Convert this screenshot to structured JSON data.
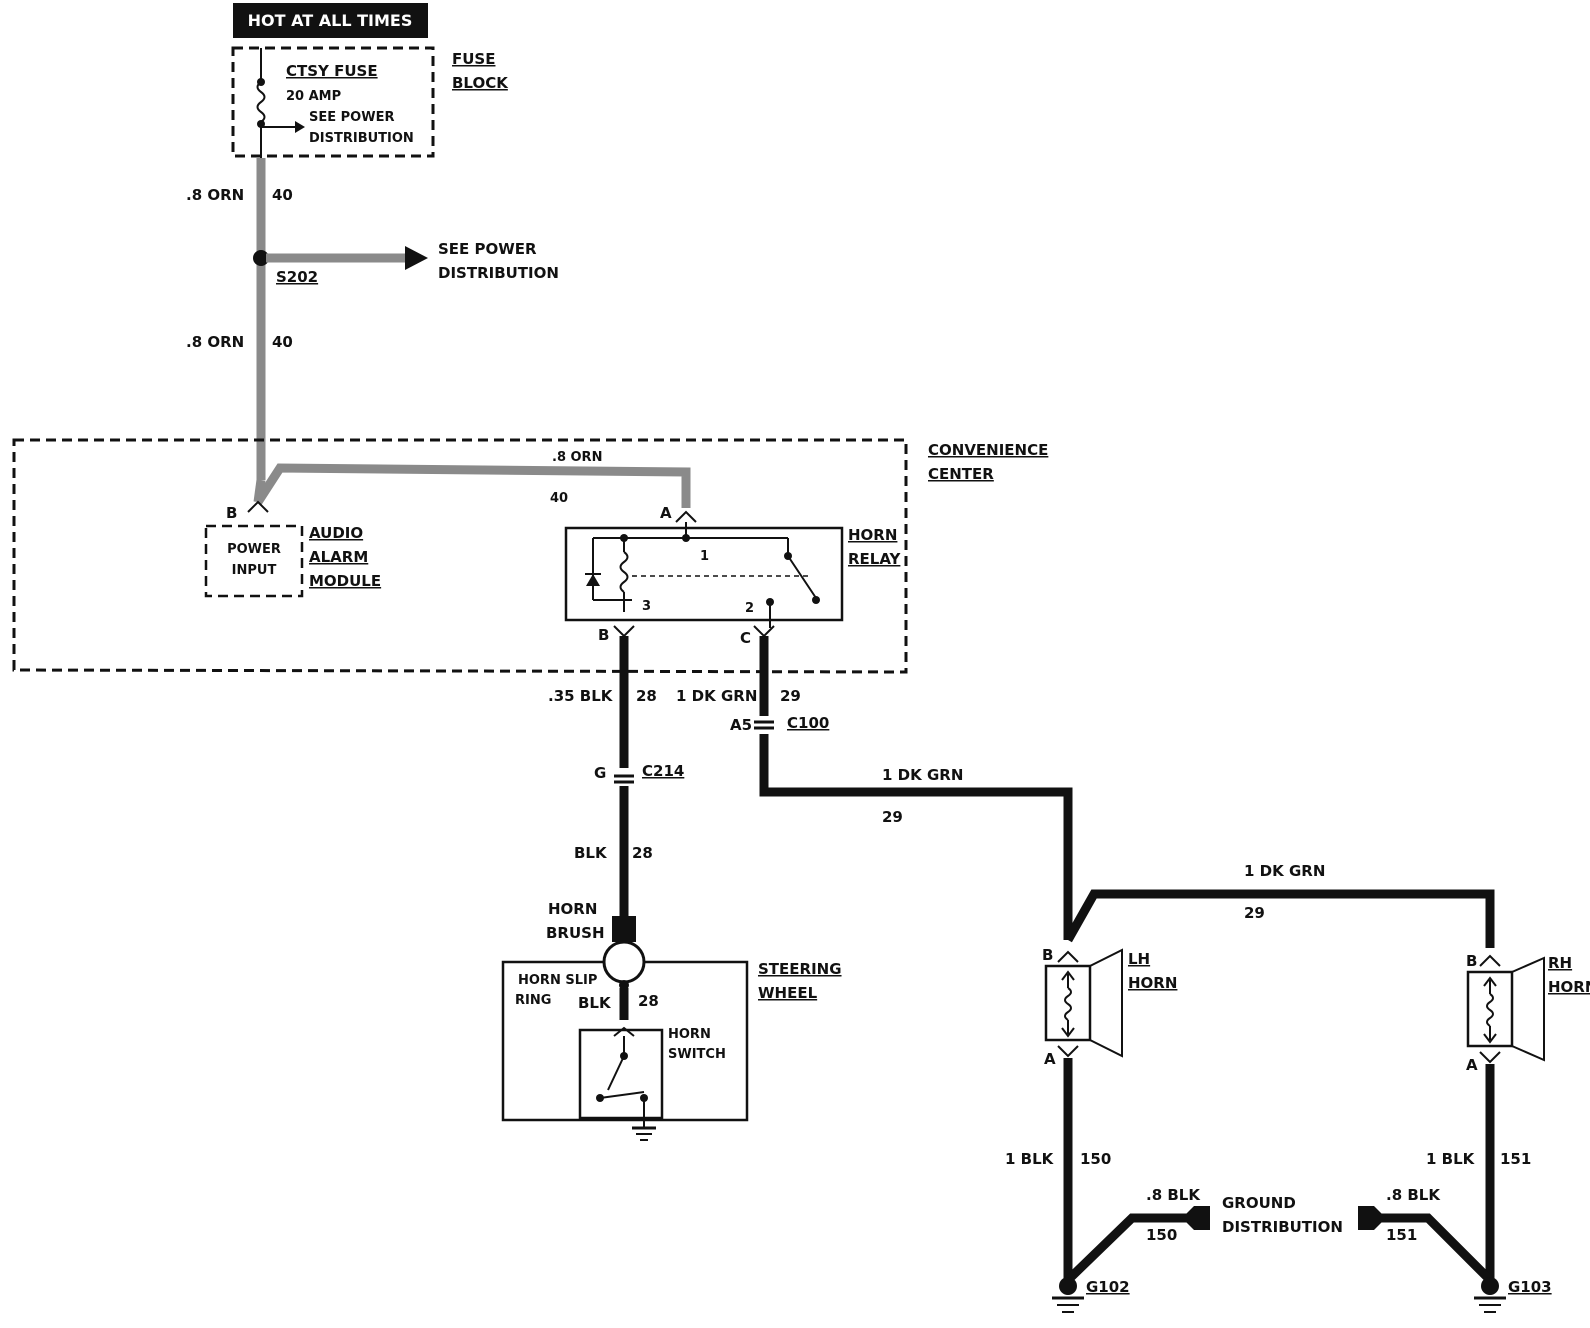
{
  "banner": "HOT AT ALL TIMES",
  "fuse_block": {
    "fuse_name": "CTSY FUSE",
    "rating": "20 AMP",
    "see1": "SEE POWER",
    "see2": "DISTRIBUTION",
    "label1": "FUSE",
    "label2": "BLOCK"
  },
  "wire_top": {
    "gauge": ".8 ORN",
    "circuit": "40"
  },
  "splice": {
    "name": "S202",
    "see1": "SEE POWER",
    "see2": "DISTRIBUTION"
  },
  "wire_mid": {
    "gauge": ".8 ORN",
    "circuit": "40"
  },
  "convenience_center": {
    "label1": "CONVENIENCE",
    "label2": "CENTER",
    "wire_gauge": ".8 ORN",
    "wire_circuit": "40",
    "pin_b": "B",
    "pin_a": "A",
    "module_l1": "POWER",
    "module_l2": "INPUT",
    "module_name1": "AUDIO",
    "module_name2": "ALARM",
    "module_name3": "MODULE",
    "relay_name1": "HORN",
    "relay_name2": "RELAY",
    "relay_term1": "1",
    "relay_term2": "2",
    "relay_term3": "3",
    "relay_pin_b": "B",
    "relay_pin_c": "C"
  },
  "wire_blk_35": {
    "gauge": ".35 BLK",
    "circuit": "28"
  },
  "wire_dkgrn_a": {
    "gauge": "1 DK GRN",
    "circuit": "29"
  },
  "c100": {
    "pin": "A5",
    "name": "C100"
  },
  "c214": {
    "pin": "G",
    "name": "C214"
  },
  "wire_blk": {
    "gauge": "BLK",
    "circuit": "28"
  },
  "wire_dkgrn_b": {
    "gauge": "1 DK GRN",
    "circuit": "29"
  },
  "wire_dkgrn_c": {
    "gauge": "1 DK GRN",
    "circuit": "29"
  },
  "steering": {
    "brush1": "HORN",
    "brush2": "BRUSH",
    "slip1": "HORN SLIP",
    "slip2": "RING",
    "wire_gauge": "BLK",
    "wire_circuit": "28",
    "switch1": "HORN",
    "switch2": "SWITCH",
    "label1": "STEERING",
    "label2": "WHEEL"
  },
  "lh_horn": {
    "pin_b": "B",
    "pin_a": "A",
    "name1": "LH",
    "name2": "HORN"
  },
  "rh_horn": {
    "pin_b": "B",
    "pin_a": "A",
    "name1": "RH",
    "name2": "HORN"
  },
  "wire_lh_gnd": {
    "gauge": "1 BLK",
    "circuit": "150"
  },
  "wire_rh_gnd": {
    "gauge": "1 BLK",
    "circuit": "151"
  },
  "gnd_dist": {
    "left_gauge": ".8 BLK",
    "left_circuit": "150",
    "right_gauge": ".8 BLK",
    "right_circuit": "151",
    "label1": "GROUND",
    "label2": "DISTRIBUTION"
  },
  "g102": "G102",
  "g103": "G103"
}
